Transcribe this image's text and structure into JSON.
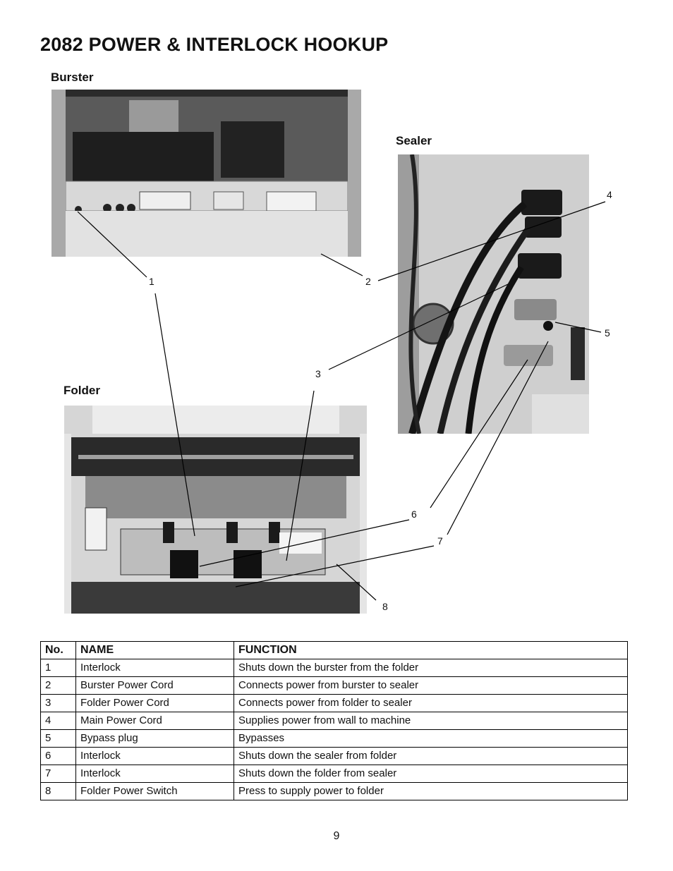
{
  "page": {
    "title": "2082 POWER & INTERLOCK HOOKUP",
    "page_number": "9"
  },
  "photos": {
    "burster_label": "Burster",
    "sealer_label": "Sealer",
    "folder_label": "Folder"
  },
  "callouts": [
    "1",
    "2",
    "3",
    "4",
    "5",
    "6",
    "7",
    "8"
  ],
  "table": {
    "headers": [
      "No.",
      "NAME",
      "FUNCTION"
    ],
    "rows": [
      [
        "1",
        "Interlock",
        "Shuts down the burster from the folder"
      ],
      [
        "2",
        "Burster Power Cord",
        "Connects power from burster to sealer"
      ],
      [
        "3",
        "Folder Power Cord",
        "Connects power from folder to sealer"
      ],
      [
        "4",
        "Main Power Cord",
        "Supplies power from wall to machine"
      ],
      [
        "5",
        "Bypass plug",
        "Bypasses"
      ],
      [
        "6",
        "Interlock",
        "Shuts down the sealer from folder"
      ],
      [
        "7",
        "Interlock",
        "Shuts down the folder from sealer"
      ],
      [
        "8",
        "Folder Power Switch",
        "Press to supply power to folder"
      ]
    ]
  }
}
